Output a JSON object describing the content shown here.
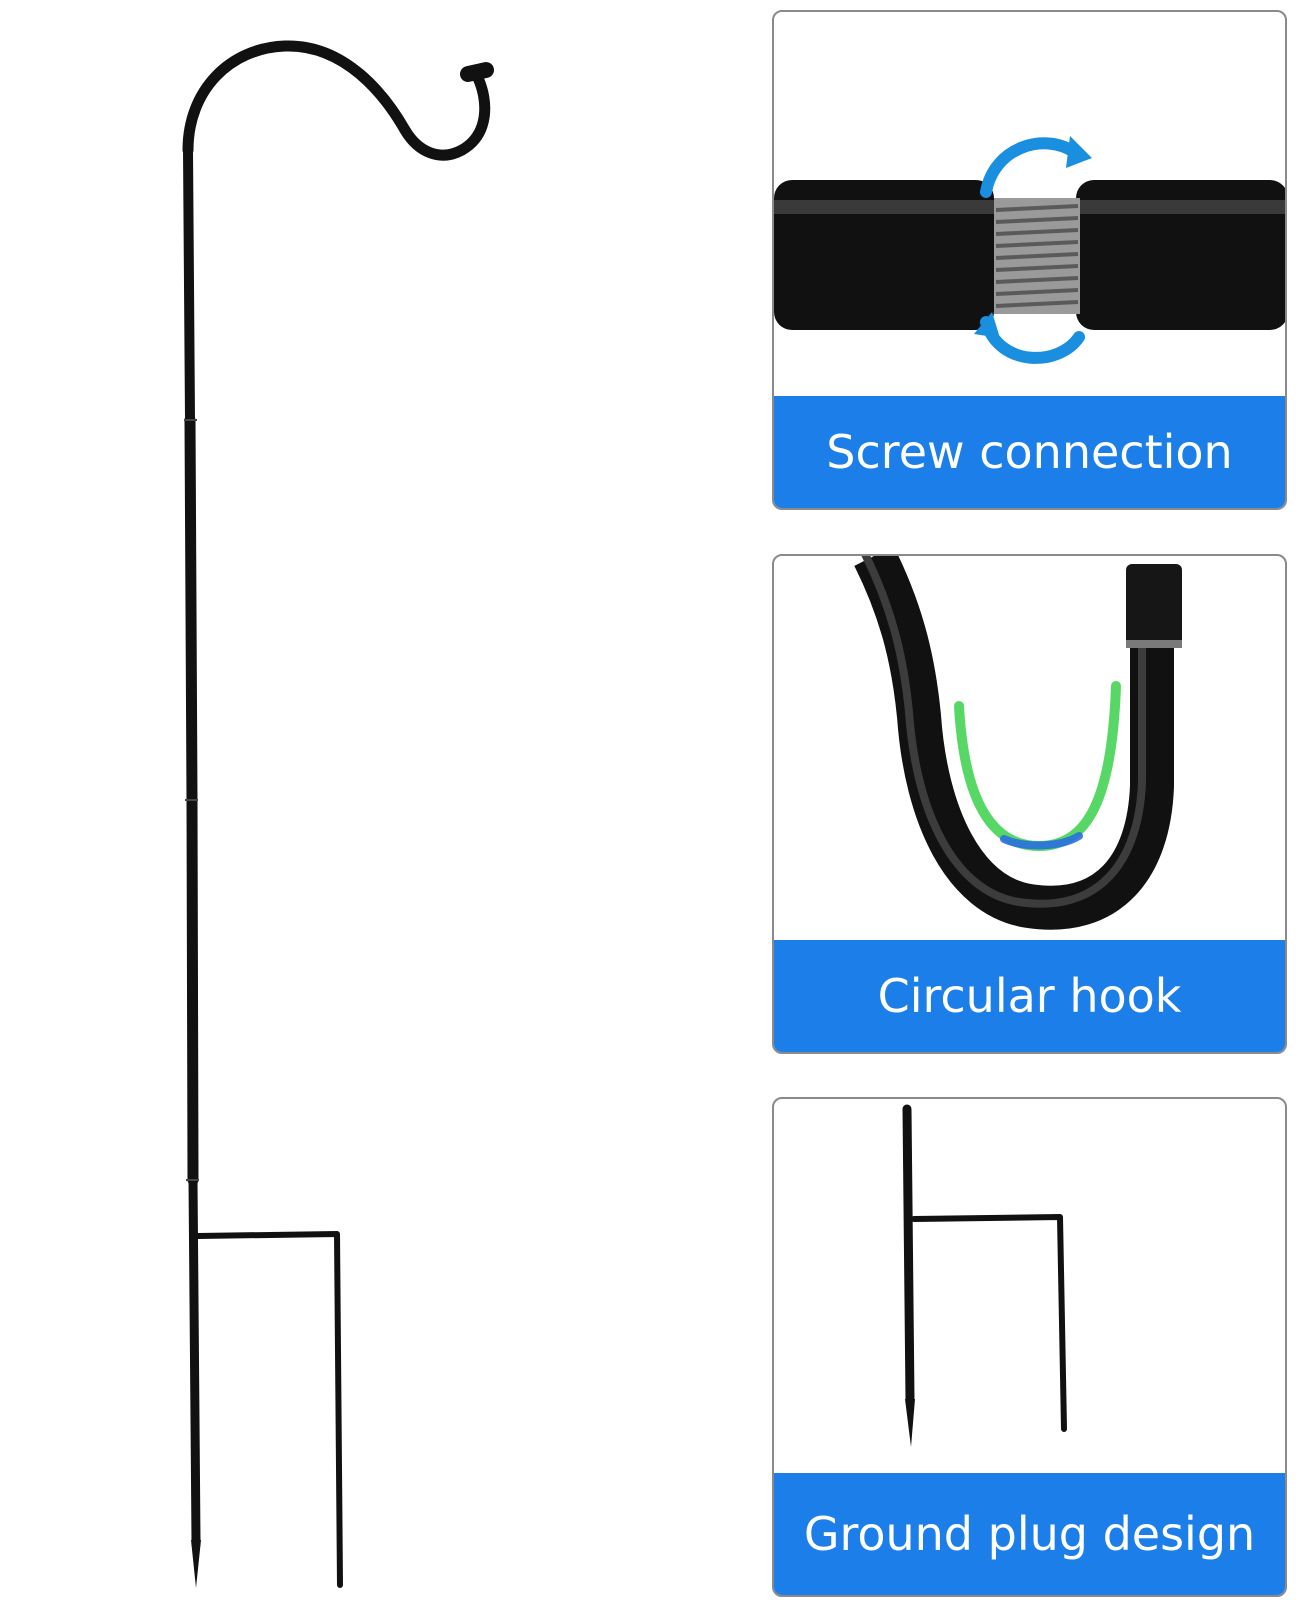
{
  "colors": {
    "background": "#ffffff",
    "caption_bar": "#1c7ee8",
    "caption_text": "#ffffff",
    "metal": "#111111",
    "rotation_arrow": "#1a8fe0",
    "bend_highlight": "#39d04a"
  },
  "icons": {
    "main": "shepherd-hook",
    "panel_1": "screw-joint-with-rotation-arrows",
    "panel_2": "curved-hook-closeup",
    "panel_3": "ground-stake-closeup"
  },
  "panels": [
    {
      "caption": "Screw connection"
    },
    {
      "caption": "Circular hook"
    },
    {
      "caption": "Ground plug design"
    }
  ]
}
